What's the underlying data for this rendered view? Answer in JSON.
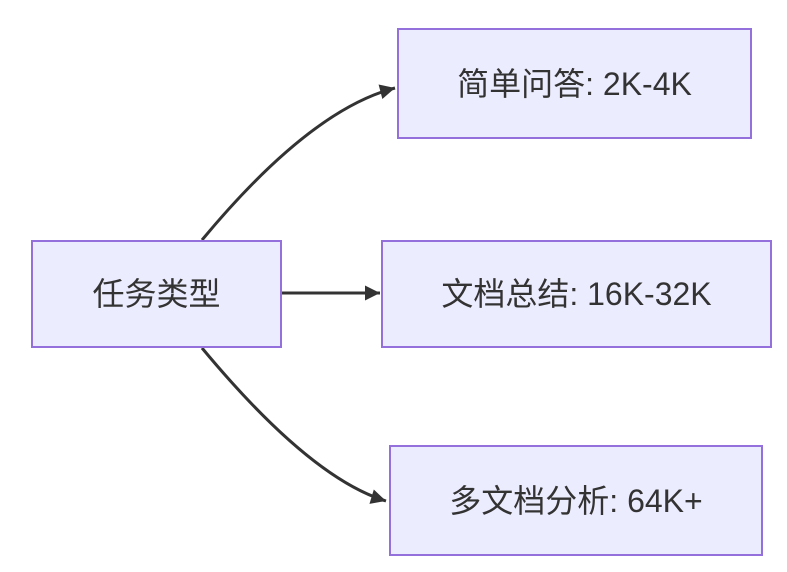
{
  "diagram": {
    "type": "flowchart",
    "direction": "left-to-right",
    "nodes": [
      {
        "id": "task-type",
        "label": "任务类型"
      },
      {
        "id": "simple-qa",
        "label": "简单问答: 2K-4K"
      },
      {
        "id": "doc-summary",
        "label": "文档总结: 16K-32K"
      },
      {
        "id": "multi-doc-analysis",
        "label": "多文档分析: 64K+"
      }
    ],
    "edges": [
      {
        "from": "task-type",
        "to": "simple-qa"
      },
      {
        "from": "task-type",
        "to": "doc-summary"
      },
      {
        "from": "task-type",
        "to": "multi-doc-analysis"
      }
    ],
    "colors": {
      "node_fill": "#ECECFF",
      "node_border": "#9370DB",
      "edge": "#333333",
      "text": "#333333",
      "background": "#FFFFFF"
    }
  }
}
